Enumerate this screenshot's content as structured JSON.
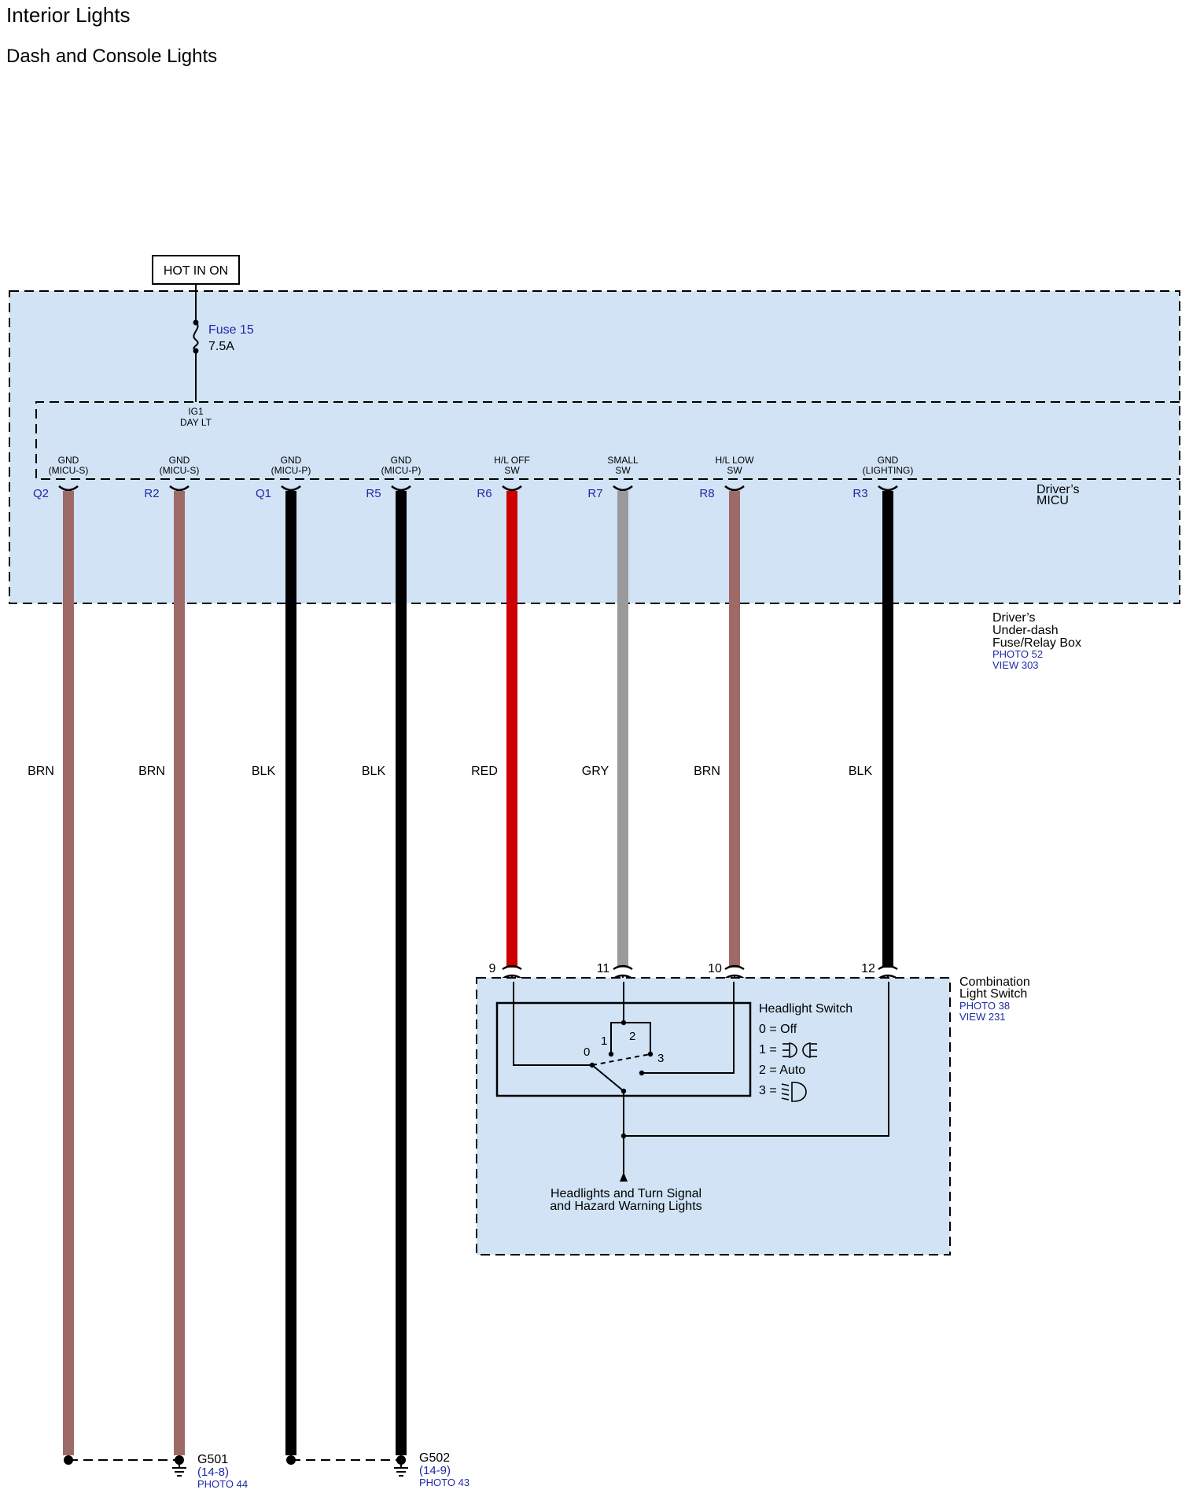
{
  "title": "Interior Lights",
  "subtitle": "Dash and Console Lights",
  "power": {
    "hot_label": "HOT IN ON",
    "fuse_name": "Fuse 15",
    "fuse_rating": "7.5A",
    "ig_line1": "IG1",
    "ig_line2": "DAY LT"
  },
  "micu": {
    "label_line1": "Driver’s",
    "label_line2": "MICU",
    "box_line1": "Driver’s",
    "box_line2": "Under-dash",
    "box_line3": "Fuse/Relay Box",
    "photo": "PHOTO 52",
    "view": "VIEW 303",
    "bg_color": "#d1e3f5"
  },
  "wires": [
    {
      "pin": "Q2",
      "func1": "GND",
      "func2": "(MICU-S)",
      "color_name": "BRN",
      "color": "#9e6a68"
    },
    {
      "pin": "R2",
      "func1": "GND",
      "func2": "(MICU-S)",
      "color_name": "BRN",
      "color": "#9e6a68"
    },
    {
      "pin": "Q1",
      "func1": "GND",
      "func2": "(MICU-P)",
      "color_name": "BLK",
      "color": "#000000"
    },
    {
      "pin": "R5",
      "func1": "GND",
      "func2": "(MICU-P)",
      "color_name": "BLK",
      "color": "#000000"
    },
    {
      "pin": "R6",
      "func1": "H/L OFF",
      "func2": "SW",
      "color_name": "RED",
      "color": "#cc0000",
      "switch_pin": "9"
    },
    {
      "pin": "R7",
      "func1": "SMALL",
      "func2": "SW",
      "color_name": "GRY",
      "color": "#9a9a9a",
      "switch_pin": "11"
    },
    {
      "pin": "R8",
      "func1": "H/L LOW",
      "func2": "SW",
      "color_name": "BRN",
      "color": "#9e6a68",
      "switch_pin": "10"
    },
    {
      "pin": "R3",
      "func1": "GND",
      "func2": "(LIGHTING)",
      "color_name": "BLK",
      "color": "#000000",
      "switch_pin": "12"
    }
  ],
  "combo_switch": {
    "name_line1": "Combination",
    "name_line2": "Light Switch",
    "photo": "PHOTO 38",
    "view": "VIEW 231",
    "headlight_switch_label": "Headlight Switch",
    "pos0": "0 = Off",
    "pos1": "1 =",
    "pos2": "2 = Auto",
    "pos3": "3 =",
    "contact0": "0",
    "contact1": "1",
    "contact2": "2",
    "contact3": "3",
    "output_line1": "Headlights and Turn Signal",
    "output_line2": "and Hazard Warning Lights"
  },
  "grounds": [
    {
      "name": "G501",
      "ref": "(14-8)",
      "photo": "PHOTO 44"
    },
    {
      "name": "G502",
      "ref": "(14-9)",
      "photo": "PHOTO 43"
    }
  ]
}
